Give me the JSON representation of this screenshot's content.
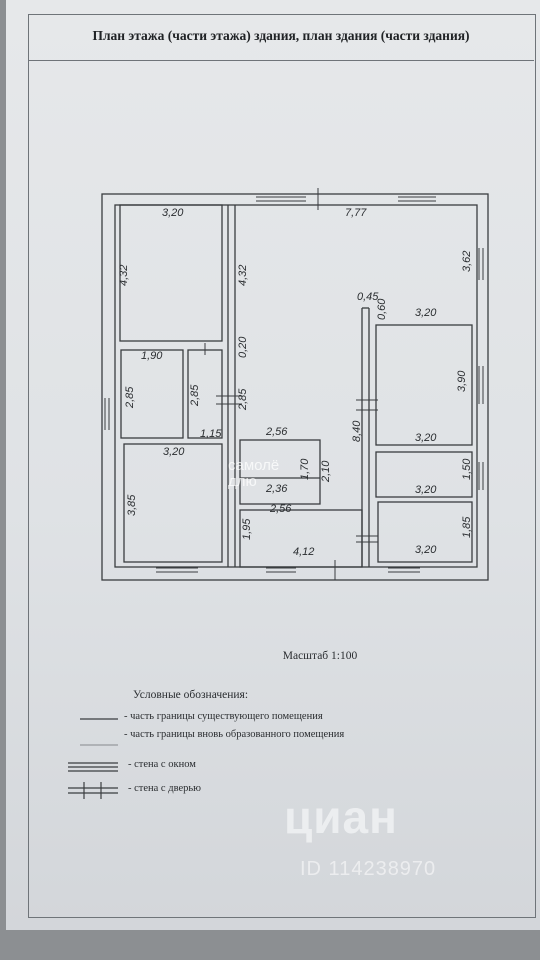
{
  "document": {
    "title": "План этажа (части этажа) здания, план здания (части здания)",
    "scale": "Масштаб 1:100"
  },
  "plan": {
    "dimensions": [
      "3,20",
      "4,32",
      "1,90",
      "2,85",
      "2,85",
      "1,15",
      "3,20",
      "3,85",
      "7,77",
      "4,32",
      "0,20",
      "2,85",
      "2,56",
      "1,70",
      "2,10",
      "2,36",
      "2,56",
      "1,95",
      "4,12",
      "0,45",
      "0,60",
      "3,62",
      "3,20",
      "3,90",
      "3,20",
      "8,40",
      "3,20",
      "1,50",
      "1,85",
      "3,20"
    ]
  },
  "legend": {
    "title": "Условные обозначения:",
    "items": [
      {
        "symbol": "existing-boundary-line",
        "label": "- часть границы существующего помещения"
      },
      {
        "symbol": "new-boundary-line",
        "label": "- часть границы вновь образованного помещения"
      },
      {
        "symbol": "wall-with-window",
        "label": "- стена с окном"
      },
      {
        "symbol": "wall-with-door",
        "label": "- стена с дверью"
      }
    ]
  },
  "watermarks": {
    "small": "самолё\nдлю",
    "brand": "циан",
    "id": "ID 114238970"
  }
}
